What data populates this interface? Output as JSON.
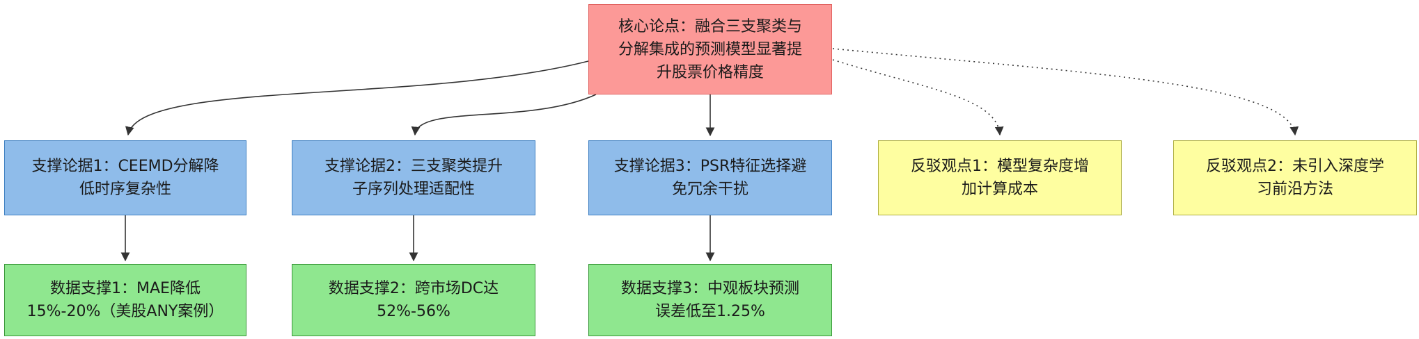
{
  "diagram": {
    "title": "argument-map",
    "core": {
      "label": "核心论点：融合三支聚类与\n分解集成的预测模型显著提\n升股票价格精度"
    },
    "supports": [
      {
        "label": "支撑论据1：CEEMD分解降\n低时序复杂性"
      },
      {
        "label": "支撑论据2：三支聚类提升\n子序列处理适配性"
      },
      {
        "label": "支撑论据3：PSR特征选择避\n免冗余干扰"
      }
    ],
    "rebuttals": [
      {
        "label": "反驳观点1：模型复杂度增\n加计算成本"
      },
      {
        "label": "反驳观点2：未引入深度学\n习前沿方法"
      }
    ],
    "data_supports": [
      {
        "label": "数据支撑1：MAE降低\n15%-20%（美股ANY案例）"
      },
      {
        "label": "数据支撑2：跨市场DC达\n52%-56%"
      },
      {
        "label": "数据支撑3：中观板块预测\n误差低至1.25%"
      }
    ],
    "colors": {
      "core_fill": "#FC9997",
      "core_border": "#E0605E",
      "support_fill": "#8FBCEA",
      "support_border": "#3E7FC1",
      "rebuttal_fill": "#FEFEA0",
      "rebuttal_border": "#ADAD3F",
      "data_fill": "#8FE78F",
      "data_border": "#379637",
      "arrow": "#333333"
    }
  }
}
